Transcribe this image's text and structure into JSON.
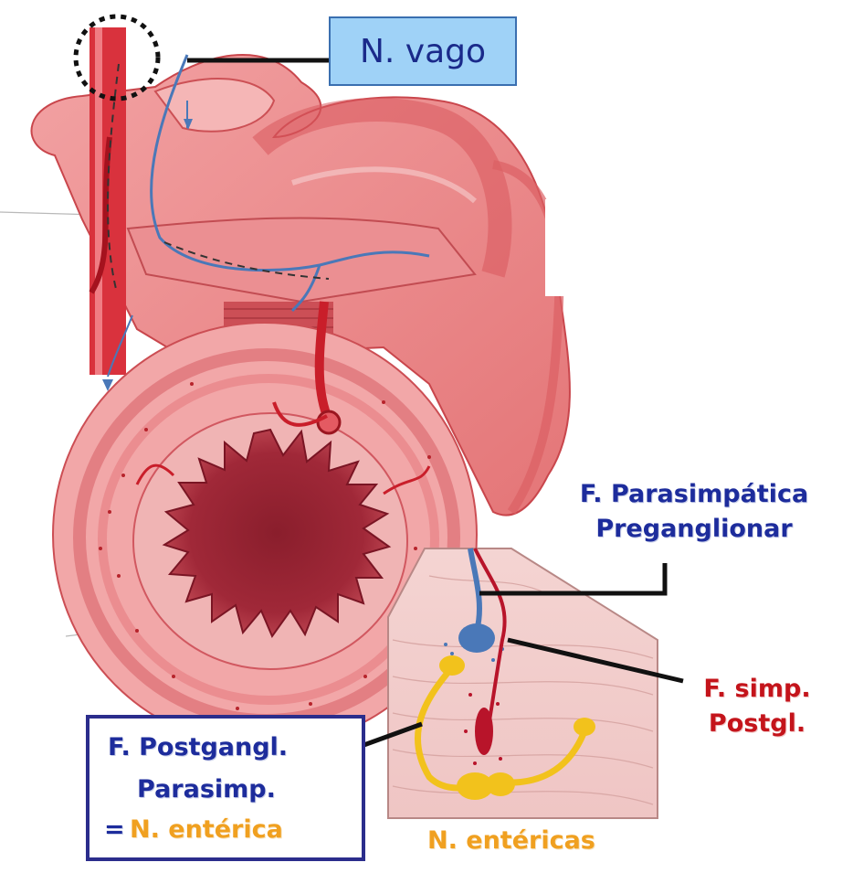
{
  "labels": {
    "vagus": "N. vago",
    "parasymp_pre_line1": "F. Parasimpática",
    "parasymp_pre_line2": "Preganglionar",
    "symp_post_line1": "F. simp.",
    "symp_post_line2": "Postgl.",
    "post_para_line1": "F. Postgangl.",
    "post_para_line2": "Parasimp.",
    "post_para_eq": "=",
    "post_para_line3": "N. entérica",
    "enteric_neurons": "N. entéricas"
  },
  "colors": {
    "vagus_box_fill": "#9fd2f7",
    "label_blue": "#1d2c9c",
    "label_red": "#c4141b",
    "label_orange": "#f0a020",
    "tissue_red": "#e4484e",
    "nerve_blue": "#4a78b8",
    "enteric_yellow": "#f2c21c"
  }
}
